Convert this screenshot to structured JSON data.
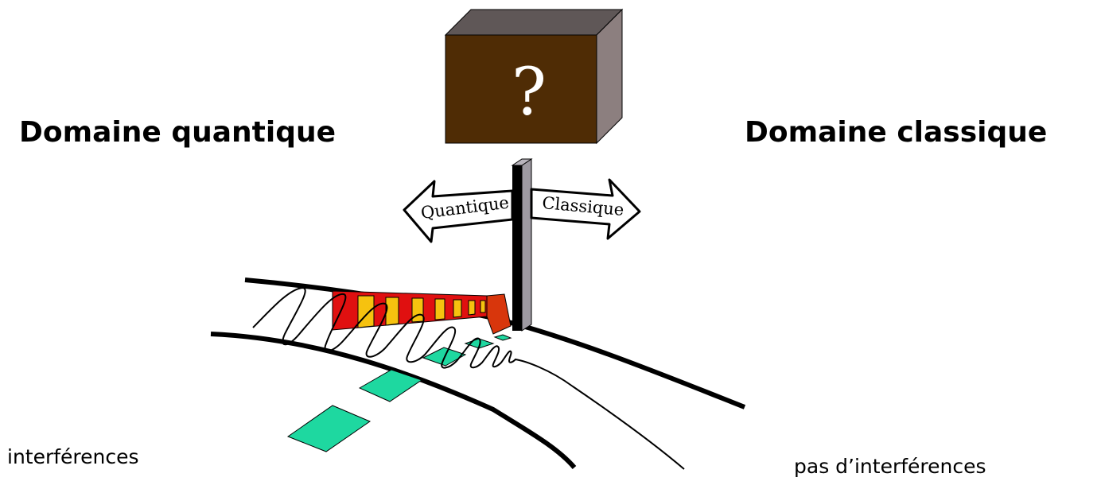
{
  "labels": {
    "quantum_domain": "Domaine quantique",
    "classical_domain": "Domaine classique",
    "interference": "interférences",
    "no_interference": "pas d’interférences"
  },
  "signpost": {
    "left_arrow": "Quantique",
    "right_arrow": "Classique",
    "box_mark": "?"
  },
  "colors": {
    "box_front": "#4f2c05",
    "box_top": "#5f5757",
    "box_side": "#8c7f7f",
    "pole_front": "#000000",
    "pole_side": "#9e9aa2",
    "fringe_red": "#e01010",
    "fringe_yellow": "#f6c20f",
    "screen_green": "#1ed8a0"
  }
}
